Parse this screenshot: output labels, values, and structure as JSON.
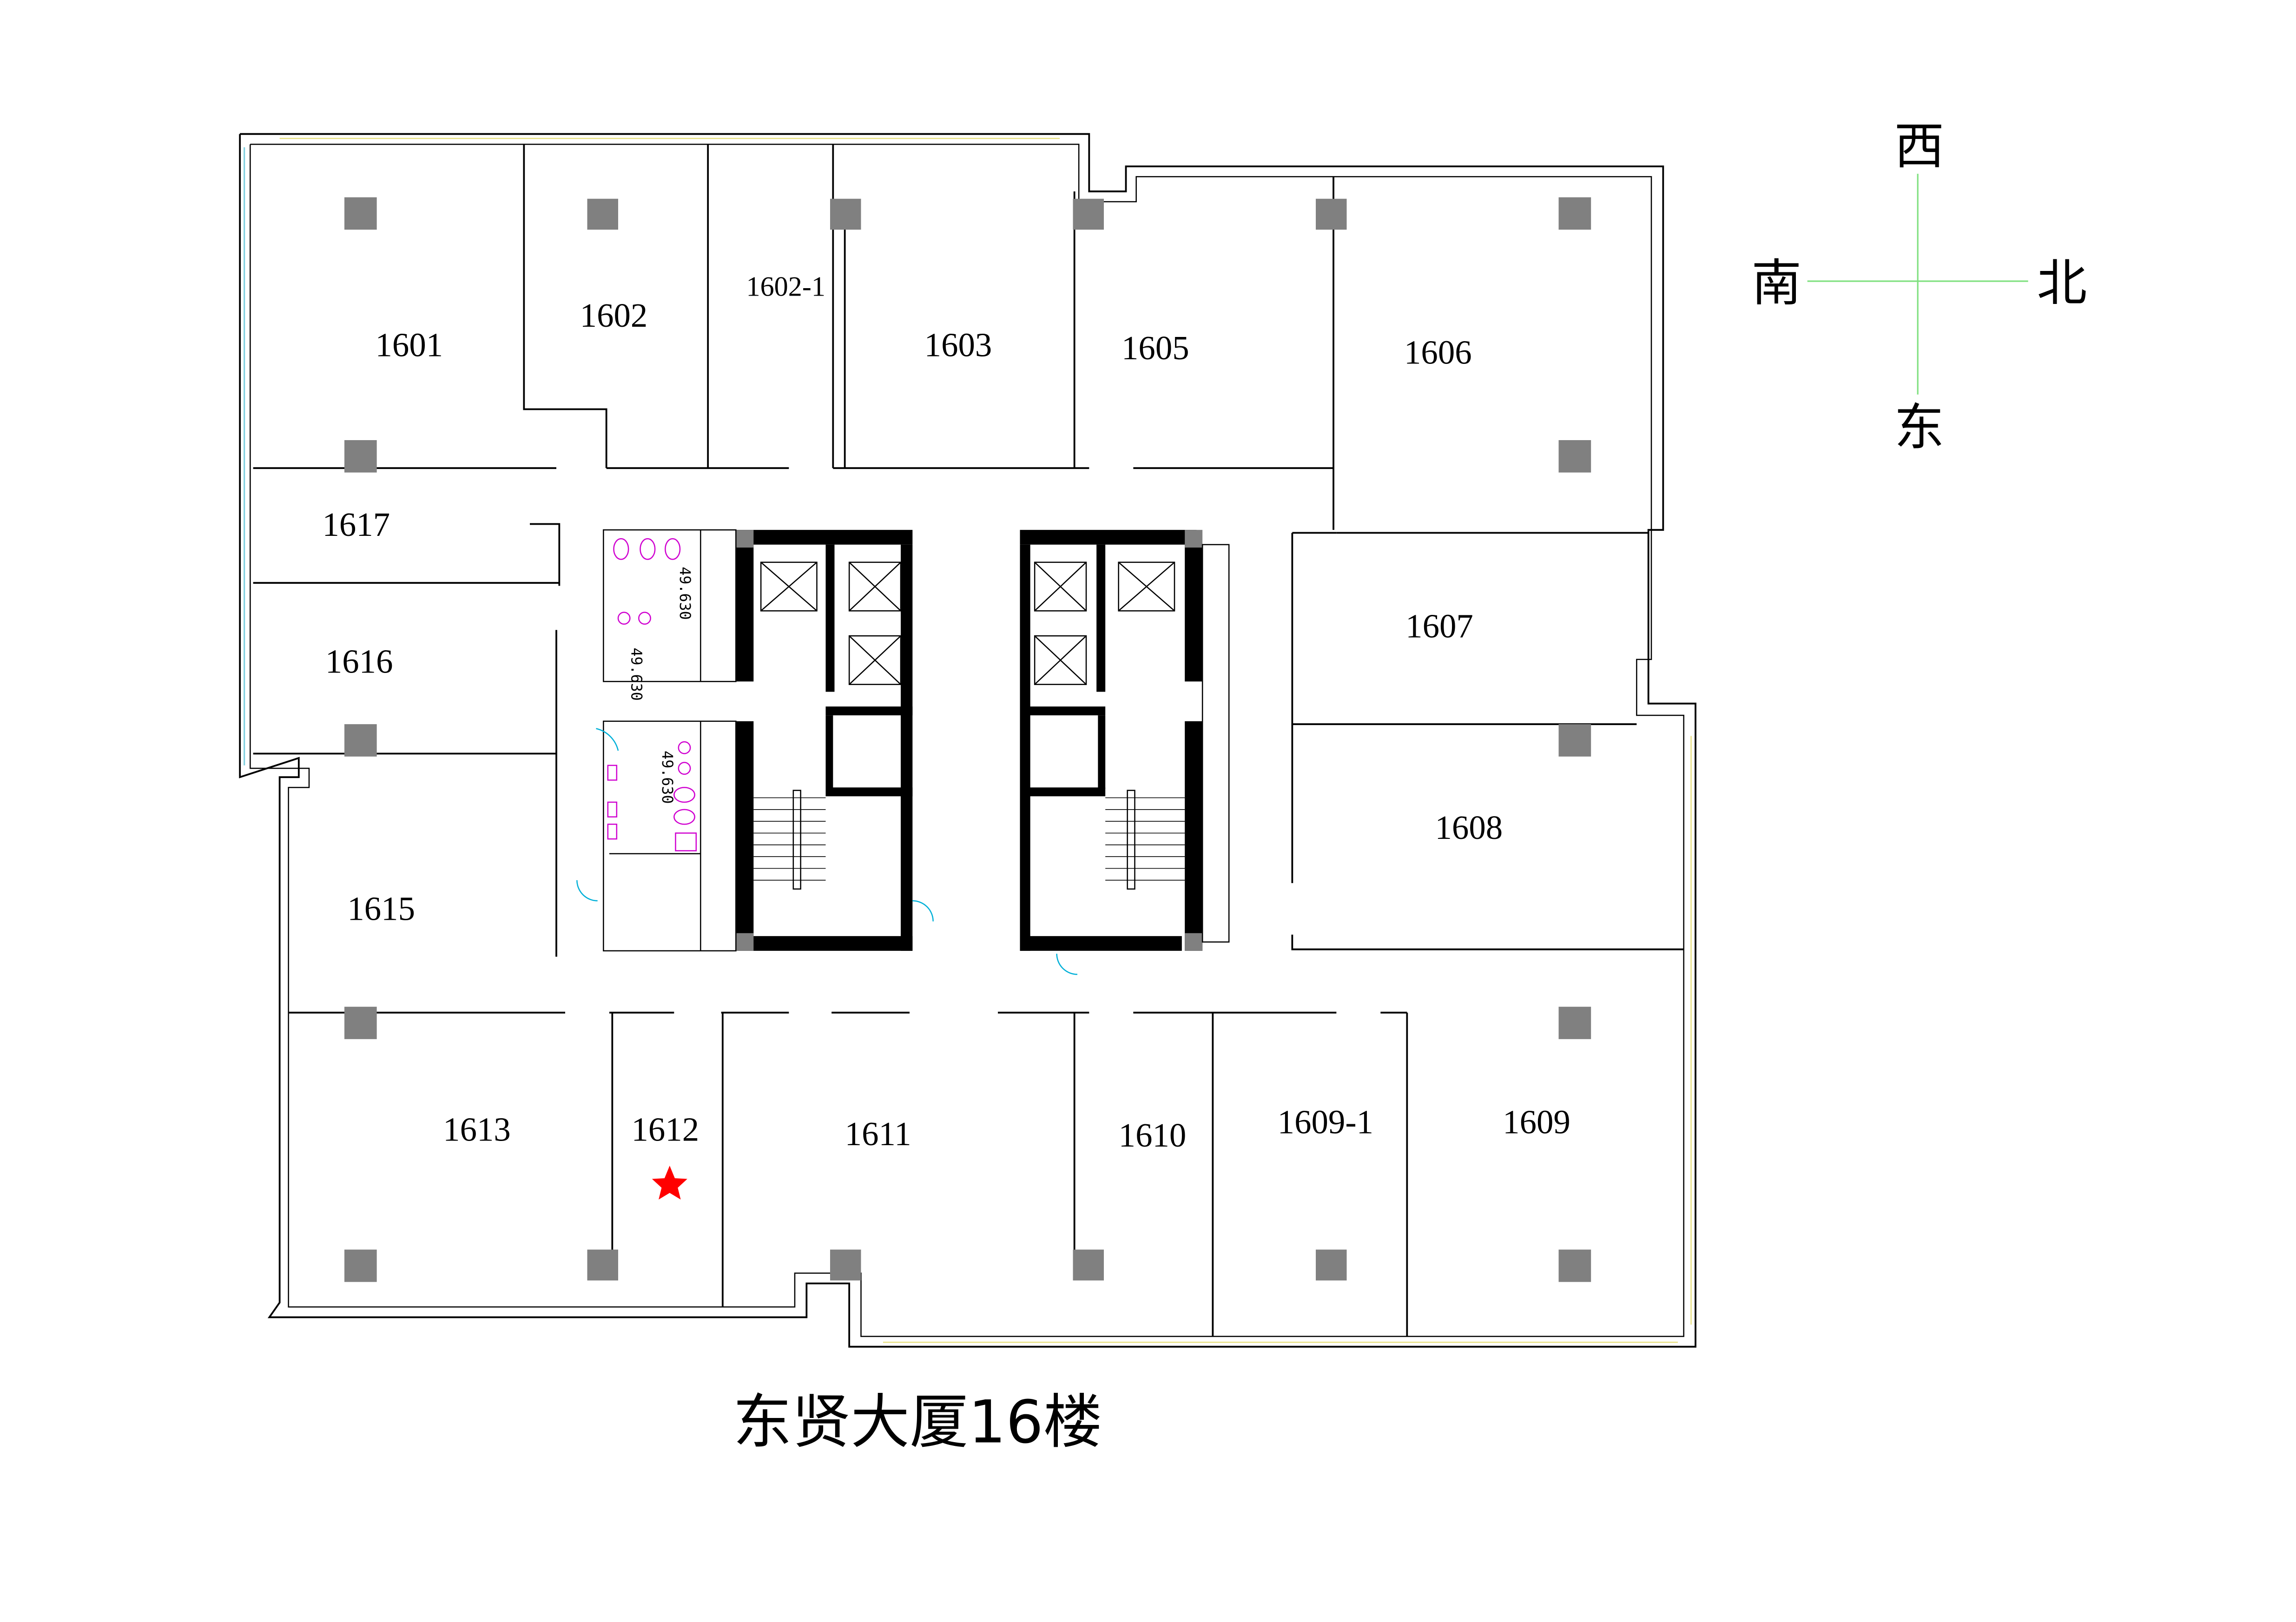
{
  "title": "东贤大厦16楼",
  "compass": {
    "north": "北",
    "south": "南",
    "east": "东",
    "west": "西"
  },
  "rooms": {
    "r1601": "1601",
    "r1602": "1602",
    "r1602_1": "1602-1",
    "r1603": "1603",
    "r1605": "1605",
    "r1606": "1606",
    "r1607": "1607",
    "r1608": "1608",
    "r1609": "1609",
    "r1609_1": "1609-1",
    "r1610": "1610",
    "r1611": "1611",
    "r1612": "1612",
    "r1613": "1613",
    "r1615": "1615",
    "r1616": "1616",
    "r1617": "1617"
  },
  "elevations": {
    "e1": "49.630",
    "e2": "49.630",
    "e3": "49.630"
  },
  "marker": {
    "room": "1612",
    "icon": "star-icon",
    "color": "#ff0000"
  },
  "colors": {
    "wall": "#000000",
    "pillar": "#808080",
    "fixture": "#d000d0",
    "door": "#00b0d8",
    "compass": "#80e080"
  }
}
